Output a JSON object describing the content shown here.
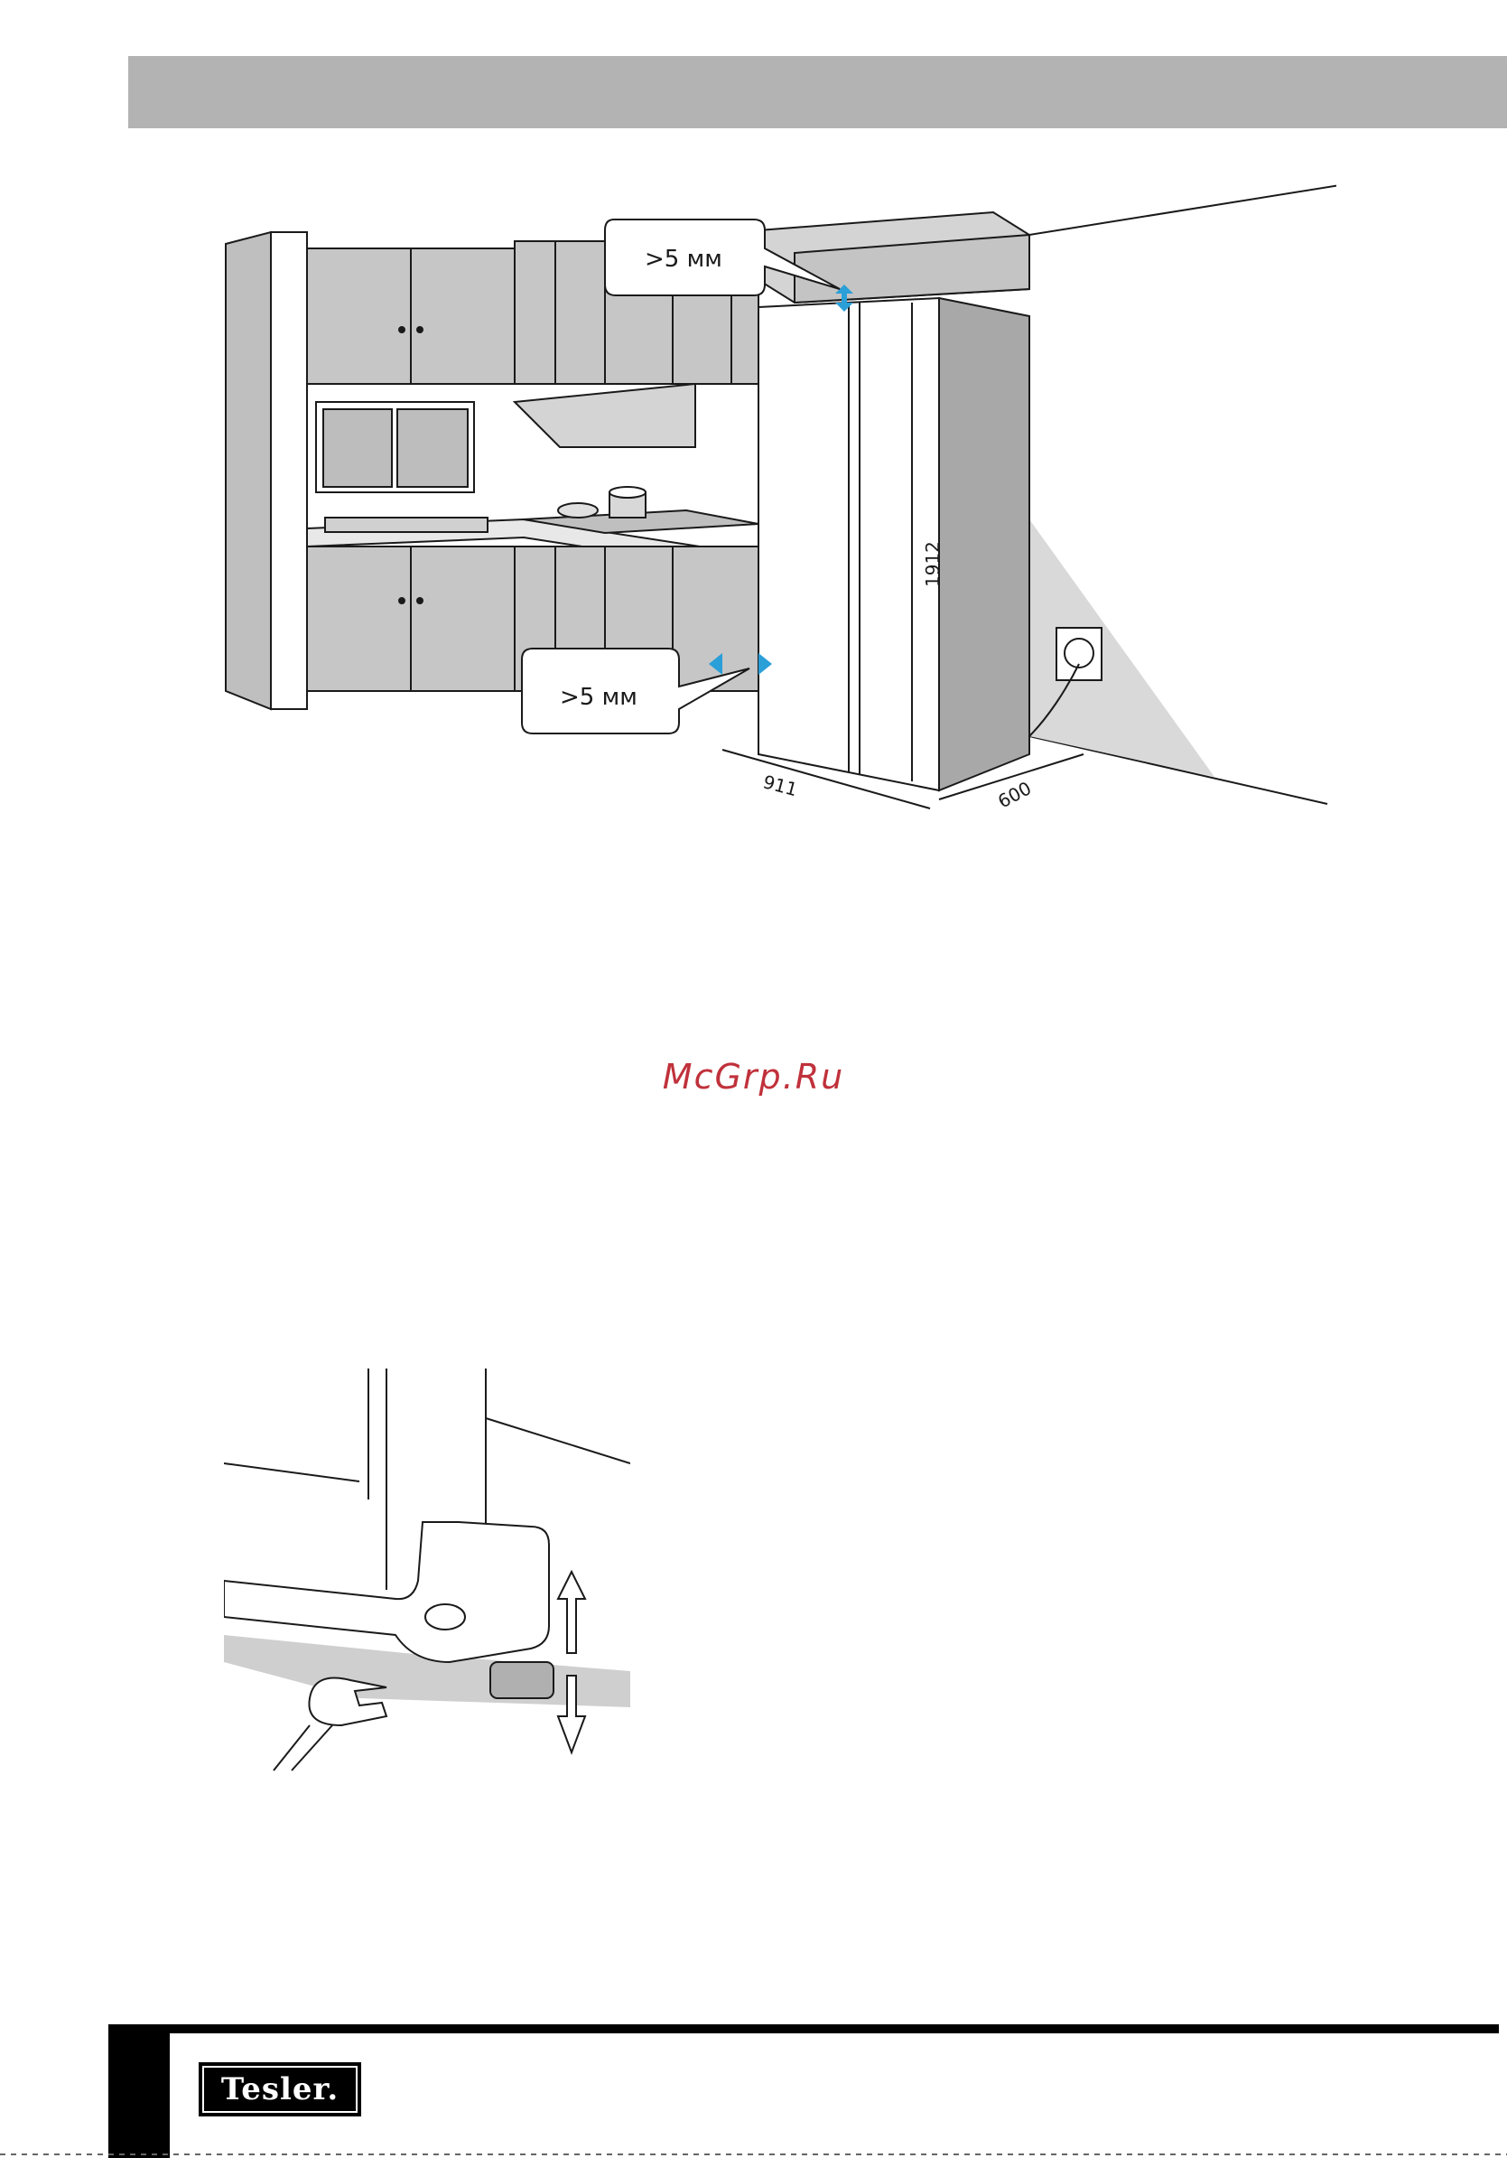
{
  "figure1": {
    "top_gap_label": ">5 мм",
    "side_gap_label": ">5 мм",
    "width_dim": "911",
    "height_dim": "1912",
    "depth_dim": "600"
  },
  "watermark": "McGrp.Ru",
  "footer": {
    "logo_text": "Tesler."
  }
}
